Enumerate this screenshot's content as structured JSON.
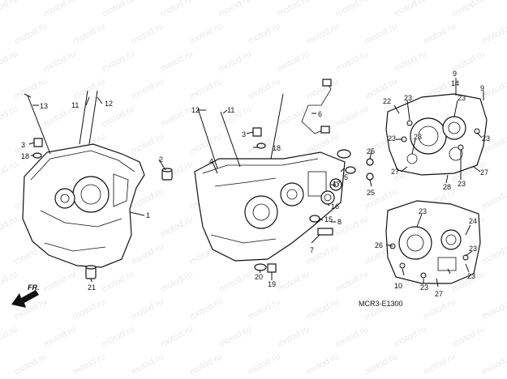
{
  "watermark": "motod.ru",
  "diagram_code": "MCR3-E1300",
  "fr_label": "FR.",
  "callouts": {
    "c1": "1",
    "c2": "2",
    "c3a": "3",
    "c3b": "3",
    "c4": "4",
    "c5": "5",
    "c6": "6",
    "c7": "7",
    "c8": "8",
    "c9a": "9",
    "c9b": "9",
    "c10": "10",
    "c11a": "11",
    "c11b": "11",
    "c12a": "12",
    "c12b": "12",
    "c13": "13",
    "c14": "14",
    "c15": "15",
    "c16": "16",
    "c17": "17",
    "c18a": "18",
    "c18b": "18",
    "c19": "19",
    "c20": "20",
    "c21": "21",
    "c22": "22",
    "c23a": "23",
    "c23b": "23",
    "c23c": "23",
    "c23d": "23",
    "c23e": "23",
    "c23f": "23",
    "c23g": "23",
    "c23h": "23",
    "c23i": "23",
    "c23j": "23",
    "c24": "24",
    "c25a": "25",
    "c25b": "25",
    "c26": "26",
    "c27a": "27",
    "c27b": "27",
    "c27c": "27",
    "c28": "28"
  }
}
